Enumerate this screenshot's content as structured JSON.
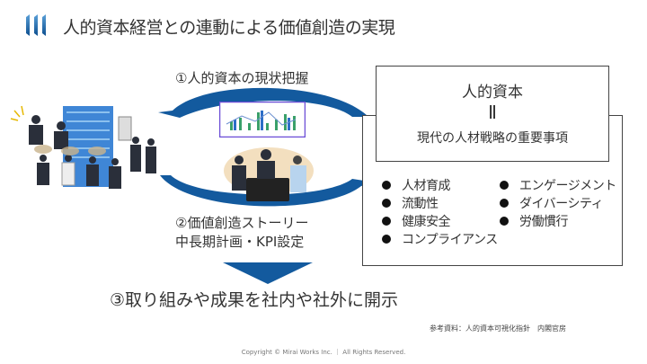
{
  "header": {
    "title": "人的資本経営との連動による価値創造の実現",
    "logo_icon": "three-bars-logo"
  },
  "cycle": {
    "step1": "①人的資本の現状把握",
    "step2_line1": "②価値創造ストーリー",
    "step2_line2": "中長期計画・KPI設定",
    "step3": "③取り組みや成果を社内や社外に開示"
  },
  "box": {
    "title": "人的資本",
    "equals": "Ⅱ",
    "subtitle": "現代の人材戦略の重要事項",
    "items_left": [
      "人材育成",
      "流動性",
      "健康安全",
      "コンプライアンス"
    ],
    "items_right": [
      "エンゲージメント",
      "ダイバーシティ",
      "労働慣行"
    ]
  },
  "source": "参考資料：人的資本可視化指針　内閣官房",
  "copyright": "Copyright © Mirai Works Inc. ｜ All Rights Reserved.",
  "colors": {
    "accent": "#1a5fa0",
    "arrow_dark": "#0f4c8a"
  }
}
